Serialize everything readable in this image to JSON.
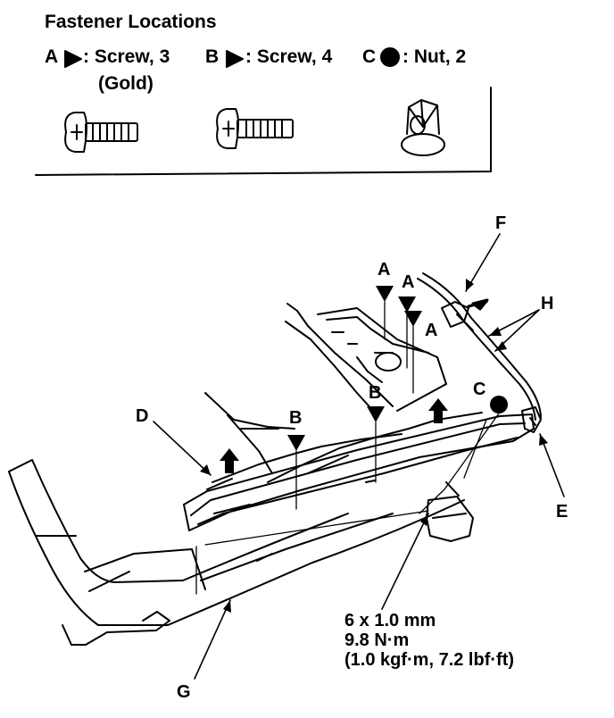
{
  "legend": {
    "title": "Fastener Locations",
    "items": [
      {
        "key": "A",
        "marker": "triangle",
        "text": ": Screw, 3"
      },
      {
        "key": "B",
        "marker": "triangle",
        "text": ": Screw, 4"
      },
      {
        "key": "C",
        "marker": "dot",
        "text": ": Nut, 2"
      }
    ],
    "screw_a_note": "(Gold)"
  },
  "callouts": {
    "D": "D",
    "E": "E",
    "F": "F",
    "G": "G",
    "H": "H"
  },
  "fastener_marks": {
    "a1": "A",
    "a2": "A",
    "a3": "A",
    "b1": "B",
    "b2": "B",
    "c1": "C"
  },
  "spec": {
    "size": "6 x 1.0 mm",
    "torque": "9.8 N·m",
    "torque_alt": "(1.0 kgf·m, 7.2 lbf·ft)"
  },
  "colors": {
    "ink": "#000000",
    "paper": "#ffffff"
  },
  "icons": [
    "triangle-marker-icon",
    "dot-marker-icon",
    "screw-gold-icon",
    "screw-icon",
    "flange-nut-icon"
  ]
}
